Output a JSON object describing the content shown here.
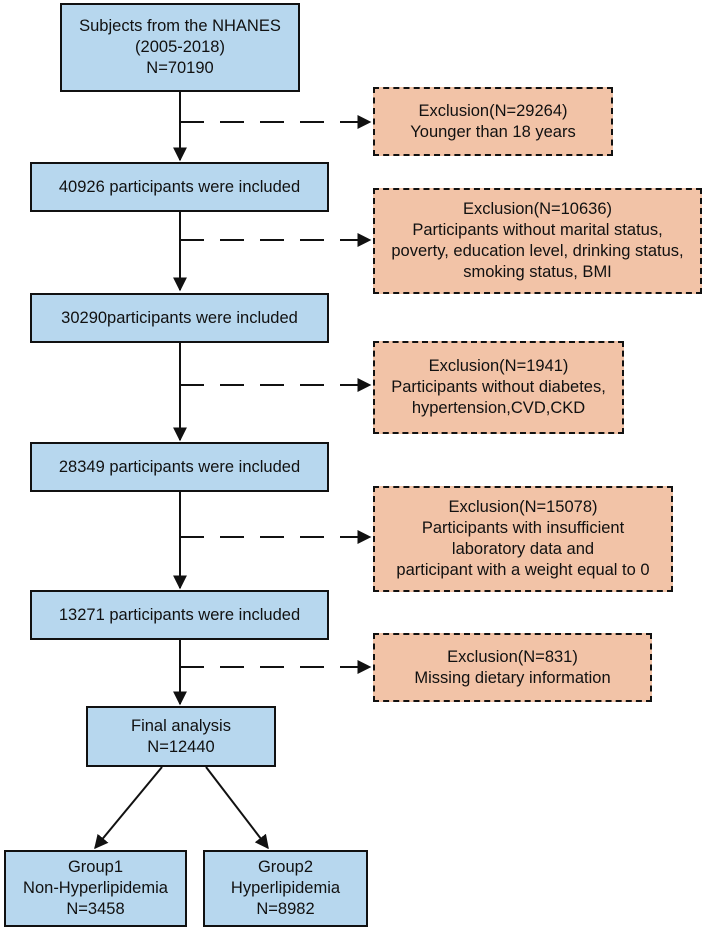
{
  "flow": {
    "start": {
      "lines": [
        "Subjects from the NHANES",
        "(2005-2018)",
        "N=70190"
      ]
    },
    "steps": [
      {
        "text": "40926 participants were included"
      },
      {
        "text": "30290participants were included"
      },
      {
        "text": "28349 participants were included"
      },
      {
        "text": "13271 participants were included"
      }
    ],
    "final": {
      "lines": [
        "Final analysis",
        "N=12440"
      ]
    },
    "groups": [
      {
        "lines": [
          "Group1",
          "Non-Hyperlipidemia",
          "N=3458"
        ]
      },
      {
        "lines": [
          "Group2",
          "Hyperlipidemia",
          "N=8982"
        ]
      }
    ]
  },
  "exclusions": [
    {
      "lines": [
        "Exclusion(N=29264)",
        "Younger than 18 years"
      ]
    },
    {
      "lines": [
        "Exclusion(N=10636)",
        "Participants without marital status,",
        "poverty, education level, drinking status,",
        "smoking status, BMI"
      ]
    },
    {
      "lines": [
        "Exclusion(N=1941)",
        "Participants without diabetes,",
        "hypertension,CVD,CKD"
      ]
    },
    {
      "lines": [
        "Exclusion(N=15078)",
        "Participants with insufficient",
        "laboratory data and",
        "participant with a weight equal to 0"
      ]
    },
    {
      "lines": [
        "Exclusion(N=831)",
        "Missing dietary information"
      ]
    }
  ],
  "colors": {
    "main_fill": "#b7d7ee",
    "exclusion_fill": "#f2c3a7",
    "stroke": "#111111"
  }
}
